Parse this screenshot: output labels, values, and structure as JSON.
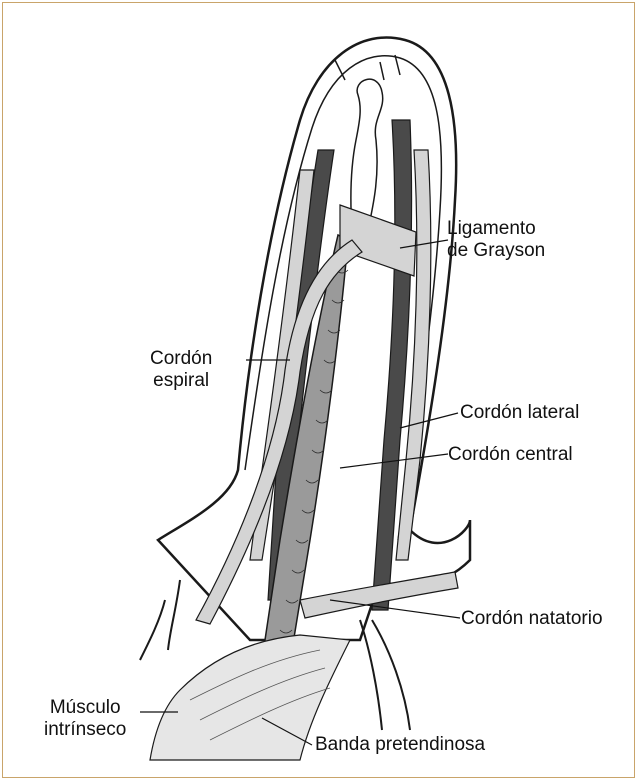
{
  "labels": {
    "grayson": {
      "line1": "Ligamento",
      "line2": "de Grayson"
    },
    "espiral": {
      "line1": "Cordón",
      "line2": "espiral"
    },
    "lateral": "Cordón lateral",
    "central": "Cordón central",
    "natatorio": "Cordón natatorio",
    "musculo": {
      "line1": "Músculo",
      "line2": "intrínseco"
    },
    "banda": "Banda pretendinosa"
  },
  "colors": {
    "frame": "#c9a46a",
    "outline": "#1a1a1a",
    "dark_fill": "#4a4a4a",
    "mid_fill": "#9a9a9a",
    "light_fill": "#d4d4d4",
    "skin": "#ffffff"
  }
}
